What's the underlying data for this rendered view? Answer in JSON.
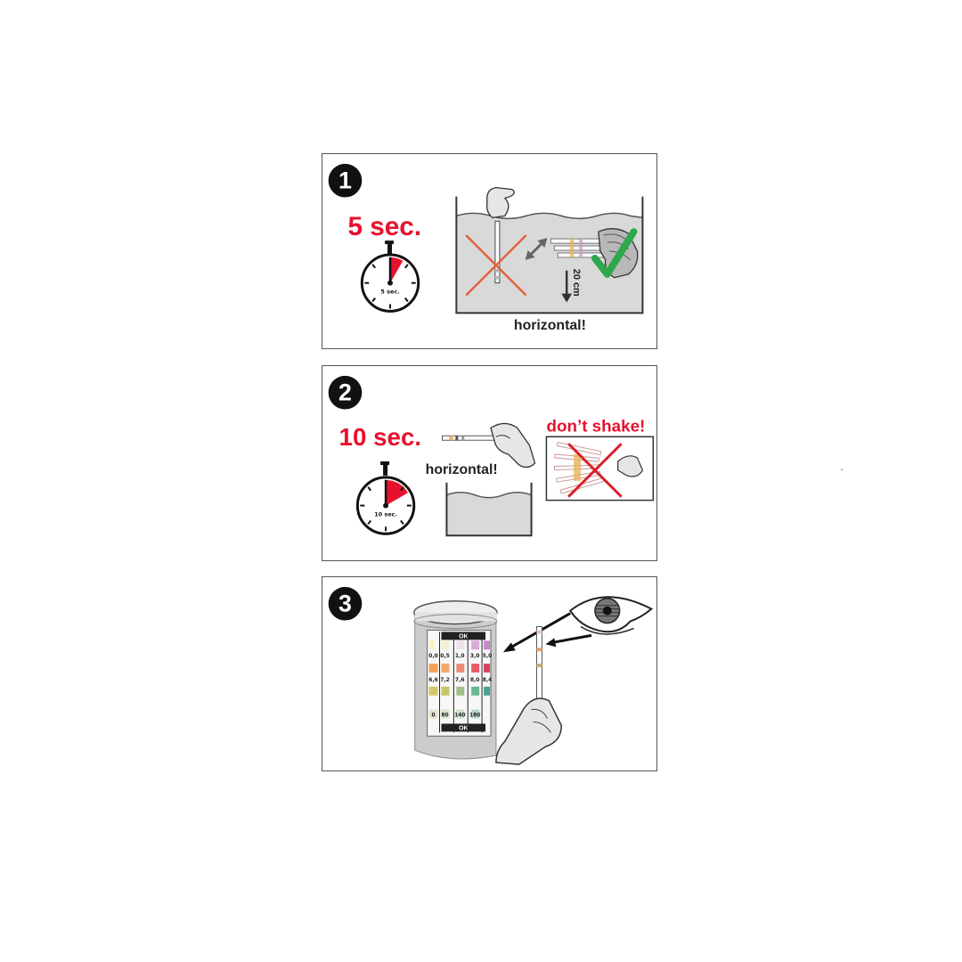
{
  "colors": {
    "accent_red": "#e8112d",
    "check_green": "#2ea84a",
    "cross_orange": "#e0613b",
    "cross_red": "#d8202a",
    "water_gray": "#d9d9d9",
    "outline": "#333333"
  },
  "steps": [
    {
      "number": "1",
      "time_label": "5 sec.",
      "timer_label": "5 sec.",
      "depth_label": "20 cm",
      "caption": "horizontal!",
      "timer_fraction": 0.0833,
      "icons": [
        "stopwatch-icon",
        "wrong-vertical-dip-icon",
        "correct-horizontal-dip-icon",
        "checkmark-icon",
        "depth-arrow-icon"
      ]
    },
    {
      "number": "2",
      "time_label": "10 sec.",
      "timer_label": "10 sec.",
      "caption": "horizontal!",
      "warning": "don’t shake!",
      "timer_fraction": 0.1667,
      "icons": [
        "stopwatch-icon",
        "hand-holding-strip-icon",
        "water-container-icon",
        "shaking-strip-cross-icon"
      ]
    },
    {
      "number": "3",
      "jar_label": "OK",
      "jar_label_bottom": "OK",
      "jar_columns": [
        [
          "0,0",
          "6,6",
          "0"
        ],
        [
          "0,5",
          "7,2",
          "80"
        ],
        [
          "1,0",
          "7,6",
          "140"
        ],
        [
          "3,0",
          "8,0",
          "180"
        ],
        [
          "5,0",
          "8,4",
          ""
        ]
      ],
      "icons": [
        "test-jar-icon",
        "eye-icon",
        "hand-holding-strip-icon",
        "pointer-arrow-icon"
      ]
    }
  ]
}
